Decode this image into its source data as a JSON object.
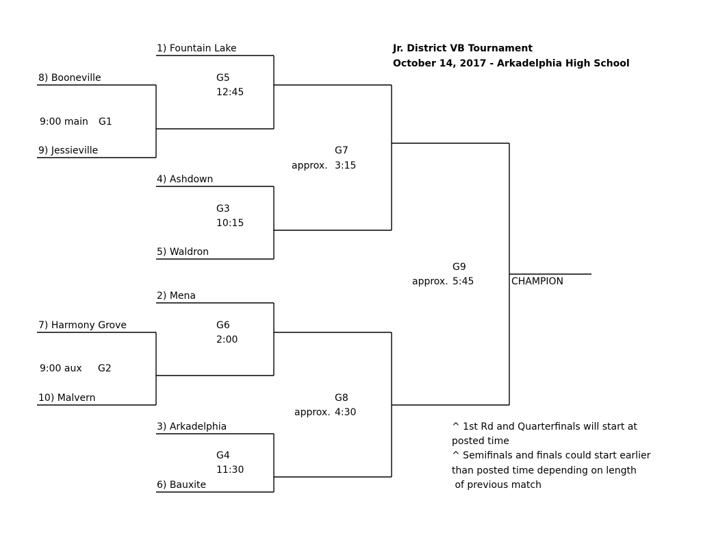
{
  "title": {
    "line1": "Jr. District VB Tournament",
    "line2": "October 14, 2017 - Arkadelphia High School"
  },
  "teams": {
    "t1": "1) Fountain Lake",
    "t8": "8) Booneville",
    "t9": "9) Jessieville",
    "t4": "4) Ashdown",
    "t5": "5) Waldron",
    "t2": "2) Mena",
    "t7": "7) Harmony Grove",
    "t10": "10) Malvern",
    "t3": "3) Arkadelphia",
    "t6": "6) Bauxite"
  },
  "games": {
    "g1": {
      "time": "9:00 main",
      "label": "G1"
    },
    "g2": {
      "time": "9:00 aux",
      "label": "G2"
    },
    "g5": {
      "label": "G5",
      "time": "12:45"
    },
    "g3": {
      "label": "G3",
      "time": "10:15"
    },
    "g6": {
      "label": "G6",
      "time": "2:00"
    },
    "g4": {
      "label": "G4",
      "time": "11:30"
    },
    "g7": {
      "label": "G7",
      "approx": "approx.",
      "time": "3:15"
    },
    "g8": {
      "label": "G8",
      "approx": "approx.",
      "time": "4:30"
    },
    "g9": {
      "label": "G9",
      "approx": "approx.",
      "time": "5:45"
    }
  },
  "champion": "CHAMPION",
  "notes": [
    "^ 1st Rd and Quarterfinals will start at",
    "posted time",
    "^ Semifinals and finals could start earlier",
    "than posted time depending on length",
    " of previous match"
  ]
}
